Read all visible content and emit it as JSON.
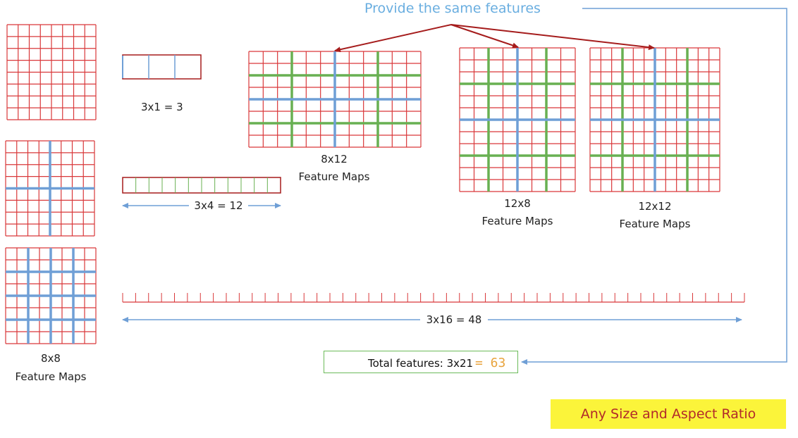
{
  "title": "Provide the same features",
  "left_map": {
    "size": "8x8",
    "label": "Feature Maps"
  },
  "pool_1x1": {
    "formula": "3x1 = 3"
  },
  "pool_2x2": {
    "formula": "3x4 = 12"
  },
  "pool_4x4": {
    "formula": "3x16 = 48"
  },
  "map_8x12": {
    "size": "8x12",
    "label": "Feature Maps"
  },
  "map_12x8": {
    "size": "12x8",
    "label": "Feature Maps"
  },
  "map_12x12": {
    "size": "12x12",
    "label": "Feature Maps"
  },
  "total": {
    "text": "Total features: 3x21",
    "value": "= 63"
  },
  "footer": {
    "text": "Any Size and Aspect Ratio"
  },
  "colors": {
    "grid": "#d9383a",
    "blue": "#6f9fd6",
    "green": "#68b052",
    "dark_red": "#a51c1c",
    "connector": "#6f9fd6",
    "title": "#6aaee0",
    "total_value": "#e8a33c",
    "footer_bg": "#fbf43a",
    "footer_text": "#b22a2a"
  }
}
